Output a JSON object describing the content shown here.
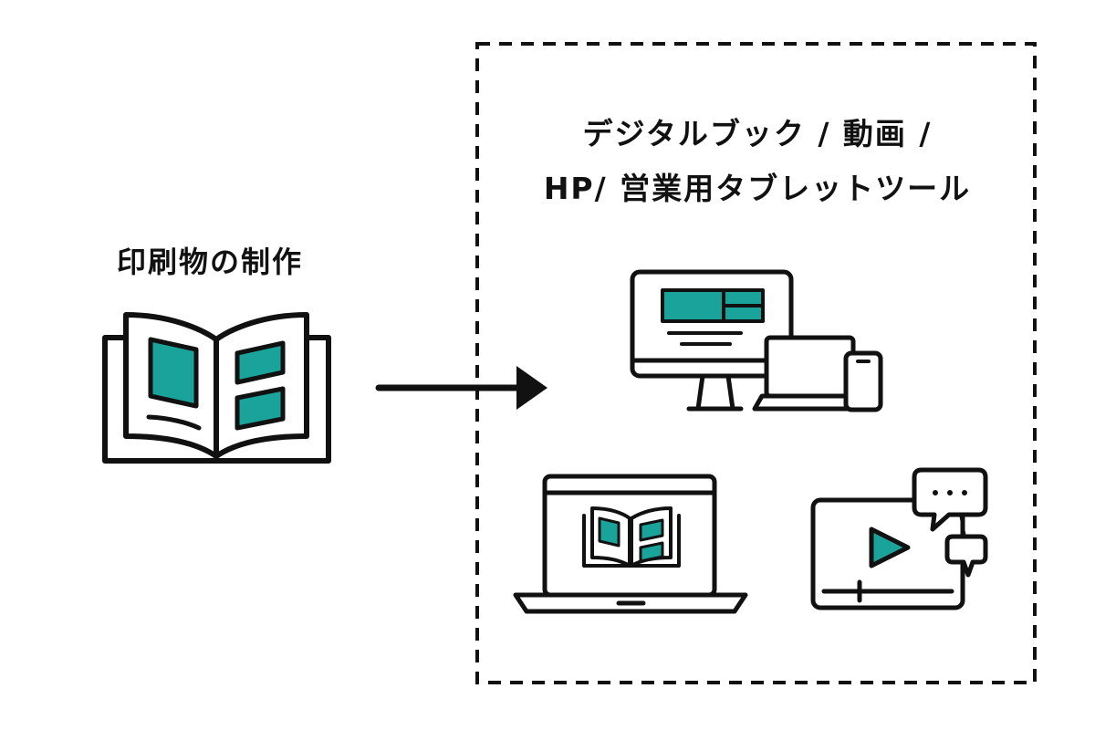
{
  "left": {
    "title": "印刷物の制作"
  },
  "right": {
    "title_line1": "デジタルブック / 動画 /",
    "title_line2": "HP/ 営業用タブレットツール"
  },
  "icons": {
    "source": "open-book-icon",
    "devices": "multi-device-icon",
    "digital_book": "laptop-digital-book-icon",
    "video": "video-player-chat-icon"
  },
  "colors": {
    "accent": "#1aa39a",
    "stroke": "#111111",
    "background": "#ffffff"
  }
}
